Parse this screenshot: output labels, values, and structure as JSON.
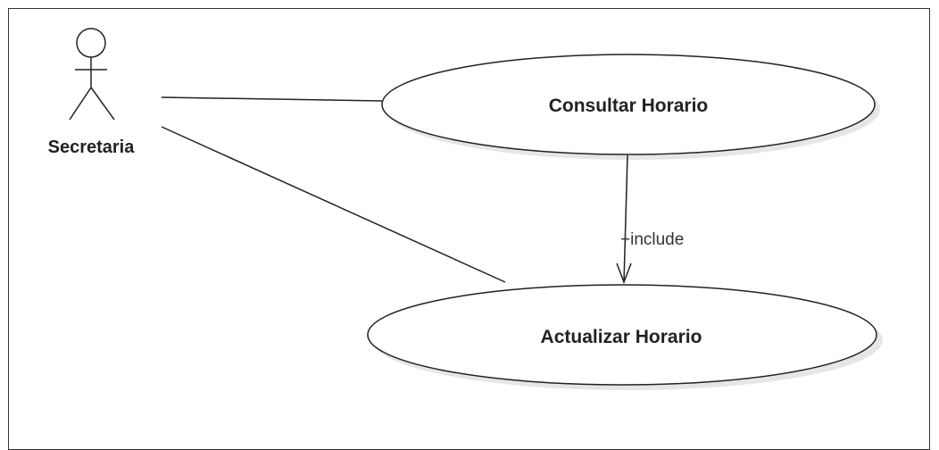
{
  "diagram": {
    "type": "uml-use-case",
    "actor": {
      "name": "Secretaria"
    },
    "use_cases": [
      {
        "id": "consultar",
        "label": "Consultar Horario"
      },
      {
        "id": "actualizar",
        "label": "Actualizar Horario"
      }
    ],
    "relations": [
      {
        "kind": "association",
        "from": "Secretaria",
        "to": "Consultar Horario"
      },
      {
        "kind": "association",
        "from": "Secretaria",
        "to": "Actualizar Horario"
      },
      {
        "kind": "include",
        "from": "Consultar Horario",
        "to": "Actualizar Horario",
        "label": "+include"
      }
    ]
  },
  "colors": {
    "stroke": "#222222",
    "shadow": "#e6e6e6",
    "frame": "#333333",
    "background": "#ffffff"
  }
}
